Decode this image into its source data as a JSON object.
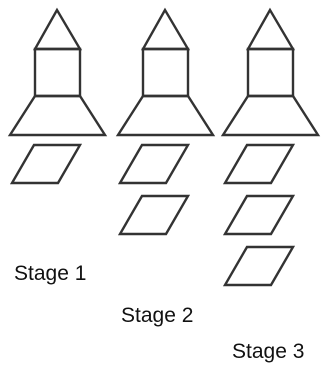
{
  "figure": {
    "line_color": "#333333",
    "background": "#ffffff",
    "stages": [
      {
        "label": "Stage 1",
        "stacked_tiles": 1
      },
      {
        "label": "Stage 2",
        "stacked_tiles": 2
      },
      {
        "label": "Stage 3",
        "stacked_tiles": 3
      }
    ]
  }
}
